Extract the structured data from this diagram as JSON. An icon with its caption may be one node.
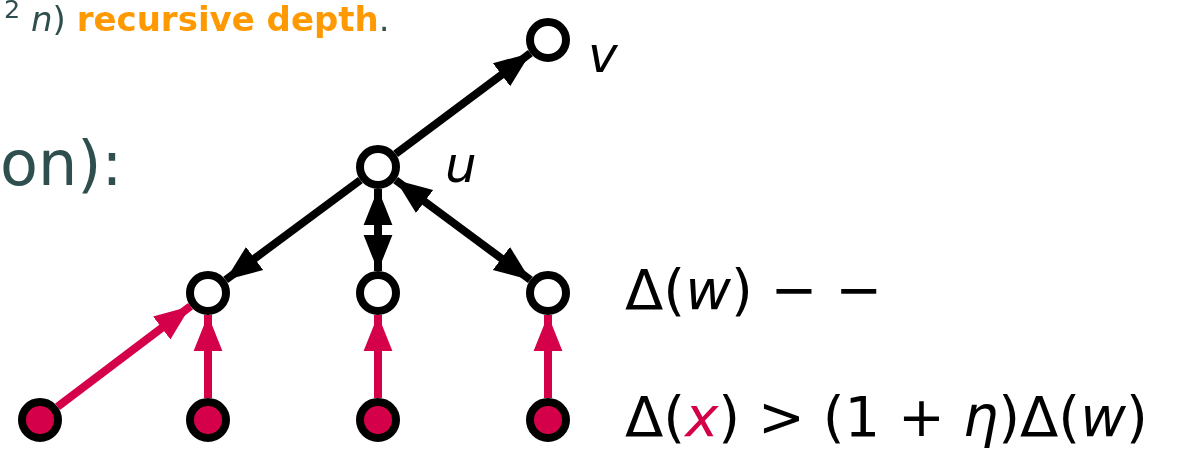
{
  "diagram": {
    "nodes": [
      {
        "text": [],
        "shape": "circle",
        "beside": [
          "v"
        ]
      },
      {
        "text": [],
        "shape": "circle",
        "beside": [
          "u"
        ]
      },
      {
        "text": [],
        "shape": "circle"
      },
      {
        "text": [],
        "shape": "circle"
      },
      {
        "text": [],
        "shape": "circle"
      },
      {
        "text": [],
        "shape": "circle"
      },
      {
        "text": [],
        "shape": "circle"
      },
      {
        "text": [],
        "shape": "circle"
      },
      {
        "text": [],
        "shape": "circle"
      }
    ],
    "edges": [
      {
        "from": 1,
        "to": 0,
        "arrow": "to"
      },
      {
        "from": 1,
        "to": 2,
        "arrow": "to"
      },
      {
        "from": 1,
        "to": 3,
        "arrow": "both"
      },
      {
        "from": 1,
        "to": 4,
        "arrow": "both"
      },
      {
        "from": 5,
        "to": 2,
        "arrow": "to",
        "color": "#d5004a"
      },
      {
        "from": 6,
        "to": 2,
        "arrow": "to",
        "color": "#d5004a"
      },
      {
        "from": 7,
        "to": 3,
        "arrow": "to",
        "color": "#d5004a"
      },
      {
        "from": 8,
        "to": 4,
        "arrow": "to",
        "color": "#d5004a"
      }
    ],
    "labels": [
      "$^{2}$ *n*) **recursive depth**.",
      "on):",
      "Δ(*w*) − −",
      "Δ(*x*) > (1 + *η*)Δ(*w*)"
    ]
  }
}
